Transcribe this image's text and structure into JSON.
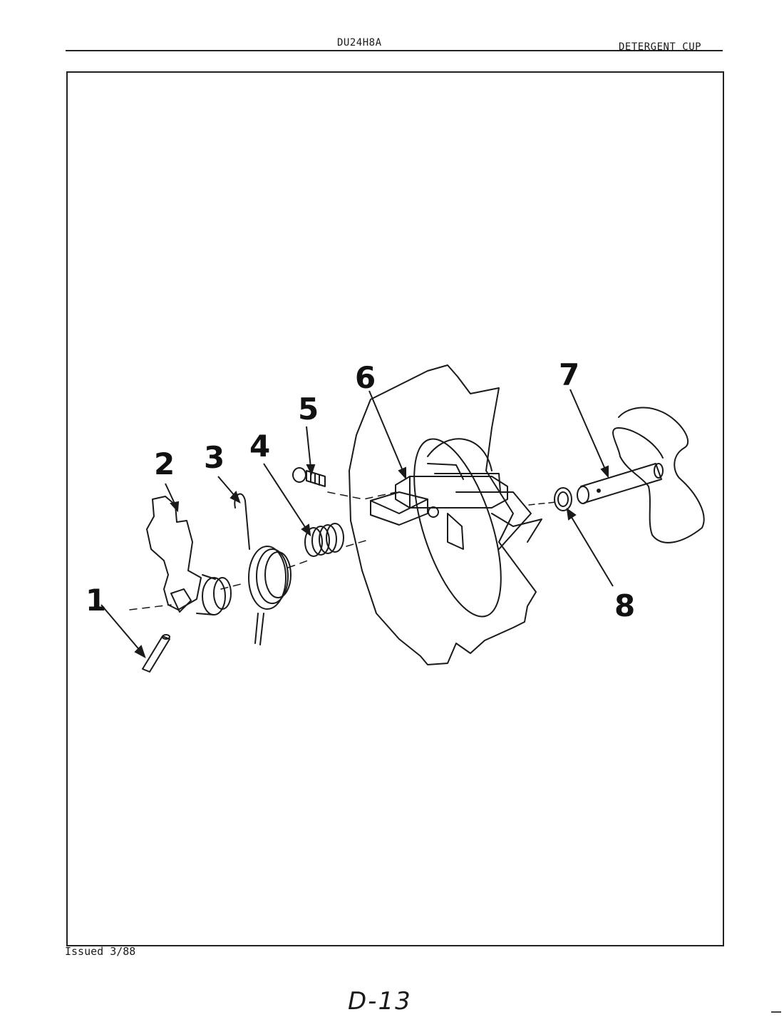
{
  "header": {
    "model": "DU24H8A",
    "title": "DETERGENT CUP"
  },
  "footer": {
    "issued": "Issued 3/88",
    "page": "D-13"
  },
  "diagram": {
    "callouts": [
      "1",
      "2",
      "3",
      "4",
      "5",
      "6",
      "7",
      "8"
    ]
  }
}
